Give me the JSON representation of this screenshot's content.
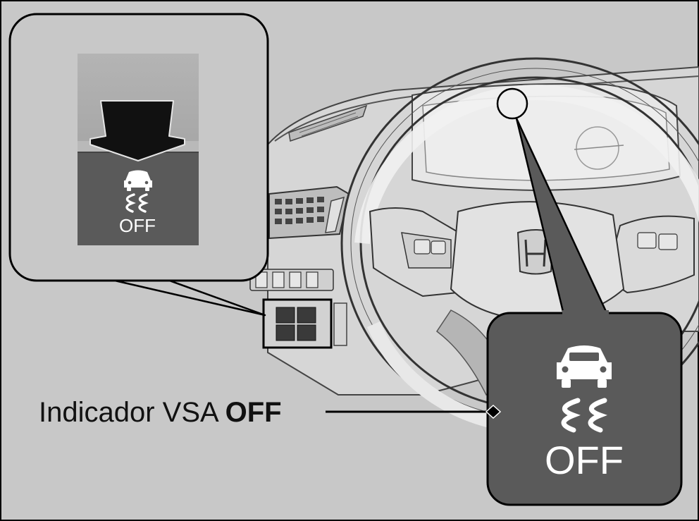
{
  "callout": {
    "label_prefix": "Indicador VSA ",
    "label_bold": "OFF"
  },
  "button_inset": {
    "off_text": "OFF"
  },
  "indicator_inset": {
    "off_text": "OFF"
  },
  "colors": {
    "background": "#c8c8c8",
    "panel_dark": "#5a5a5a",
    "outline": "#000000",
    "icon": "#ffffff"
  }
}
